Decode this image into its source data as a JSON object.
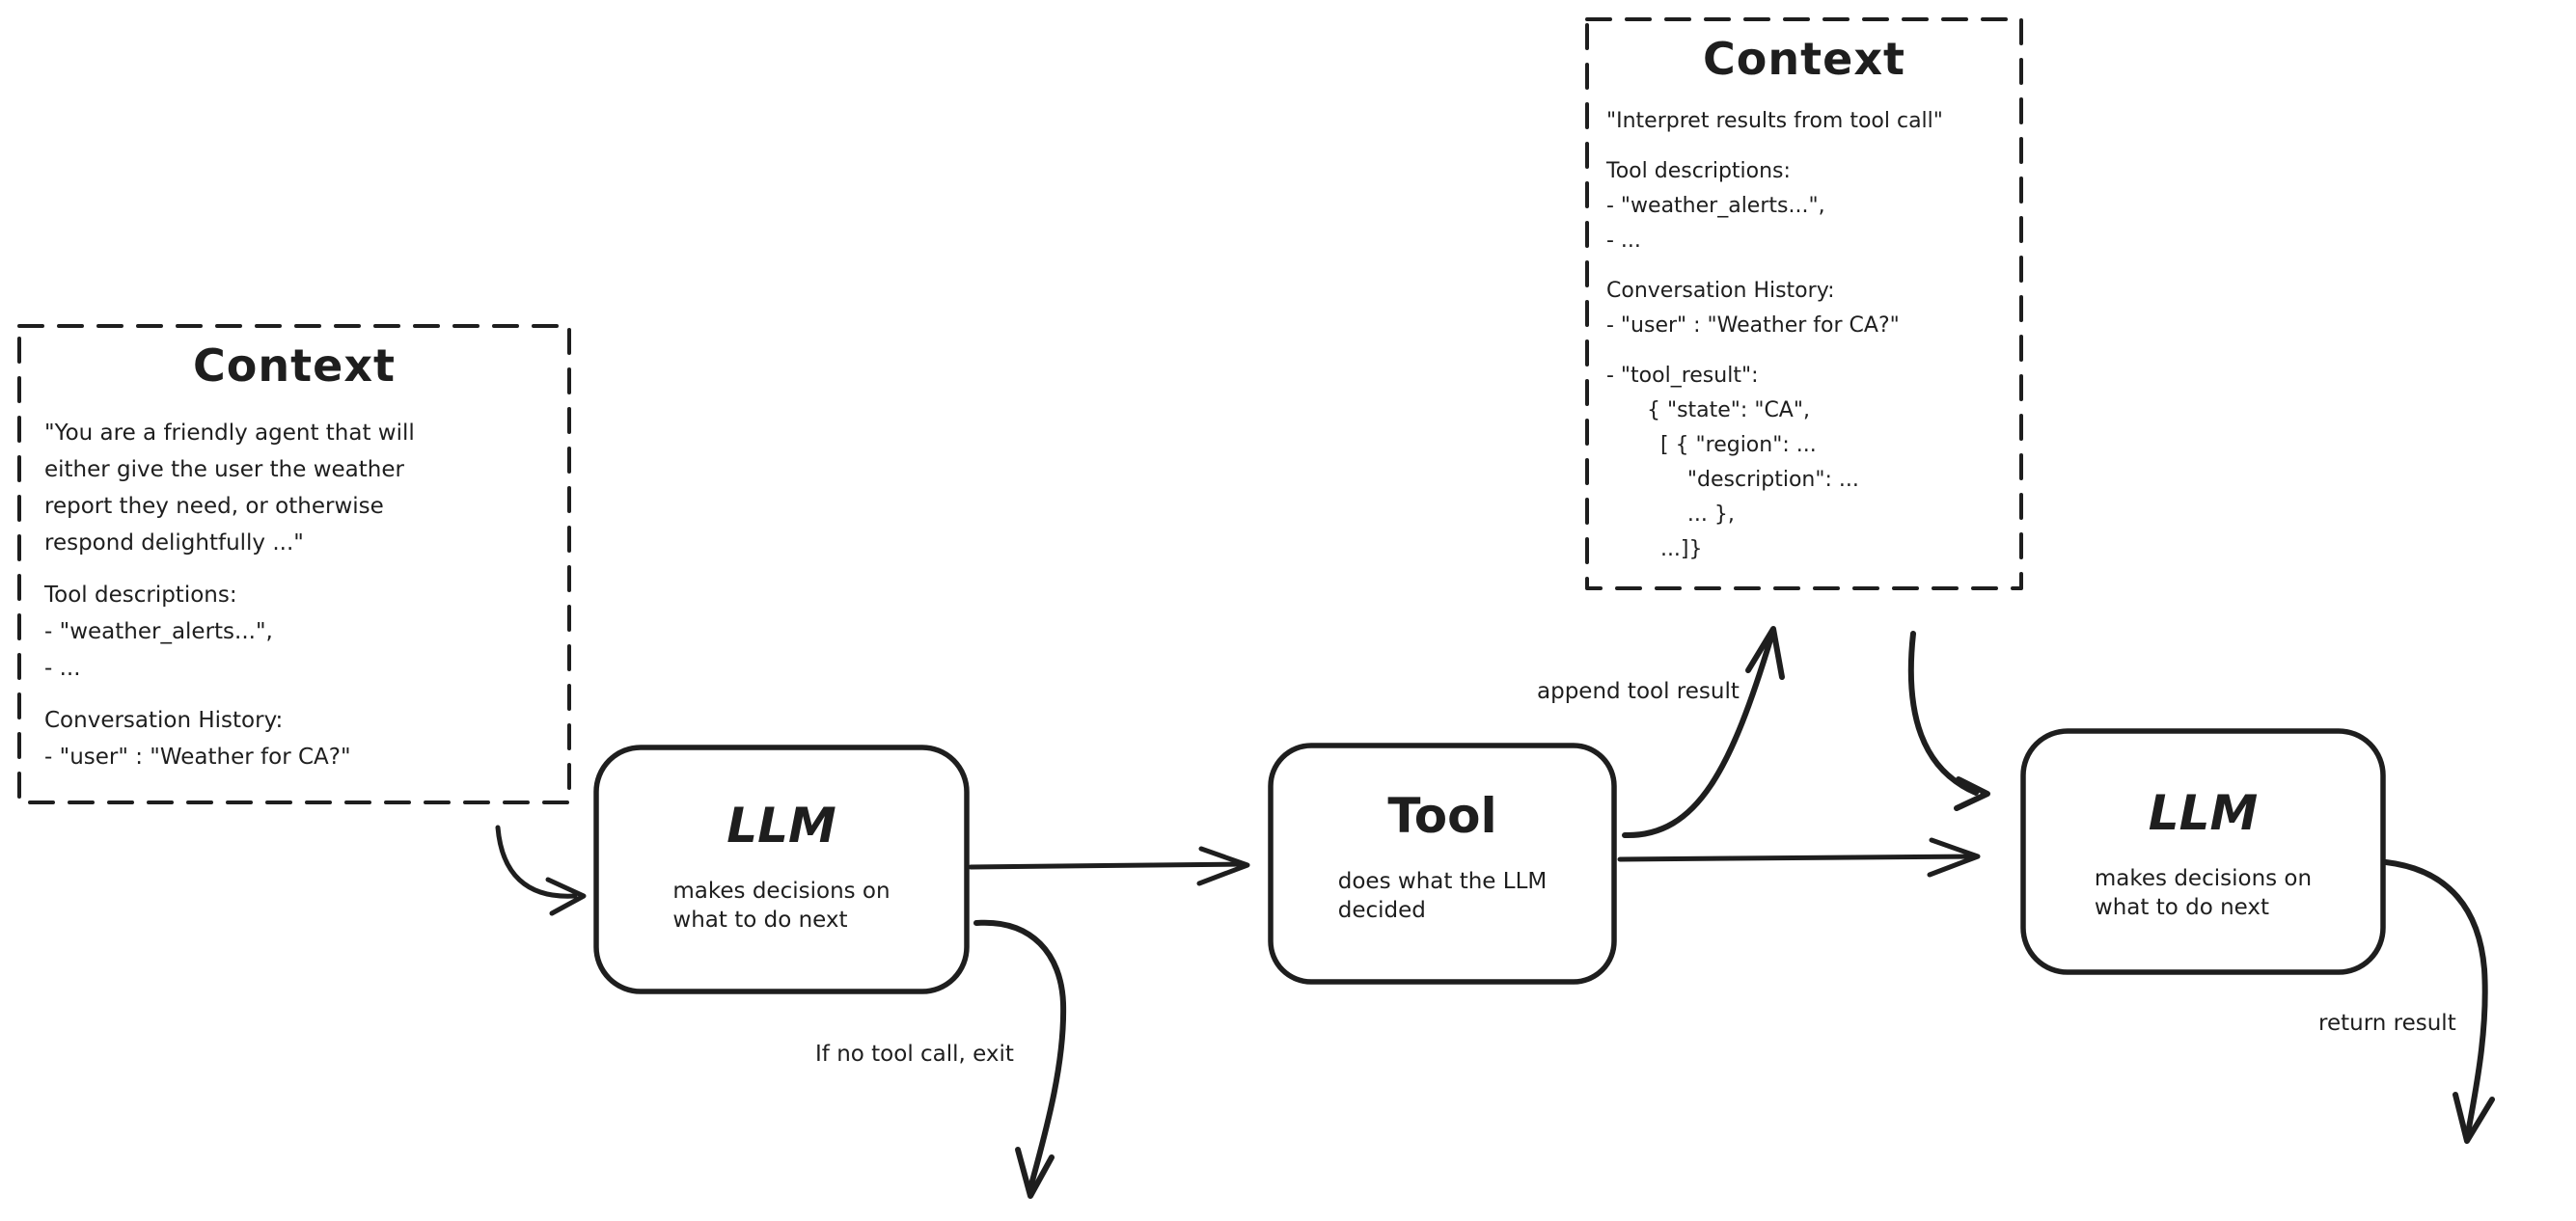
{
  "canvas": {
    "background": "#ffffff",
    "stroke_color": "#1e1e1e"
  },
  "nodes": {
    "context_left": {
      "title": "Context",
      "paragraphs": [
        "\"You are a friendly agent that will\neither give the user the weather\nreport they need, or otherwise\nrespond delightfully ...\"",
        "Tool descriptions:\n- \"weather_alerts...\",\n- ...",
        "Conversation History:\n- \"user\" : \"Weather for CA?\""
      ]
    },
    "context_right": {
      "title": "Context",
      "paragraphs": [
        "\"Interpret results from tool call\"",
        "Tool descriptions:\n- \"weather_alerts...\",\n- ...",
        "Conversation History:\n- \"user\" : \"Weather for CA?\"",
        "- \"tool_result\":\n      { \"state\": \"CA\",\n        [ { \"region\": ...\n            \"description\": ...\n            ... },\n        ...]}"
      ]
    },
    "llm_1": {
      "title": "LLM",
      "subtitle": "makes decisions on\nwhat to do next"
    },
    "tool": {
      "title": "Tool",
      "subtitle": "does what the LLM\ndecided"
    },
    "llm_2": {
      "title": "LLM",
      "subtitle": "makes decisions on\nwhat to do next"
    }
  },
  "edge_labels": {
    "append_tool_result": "append tool result",
    "if_no_tool_call_exit": "If no tool call, exit",
    "return_result": "return result"
  }
}
